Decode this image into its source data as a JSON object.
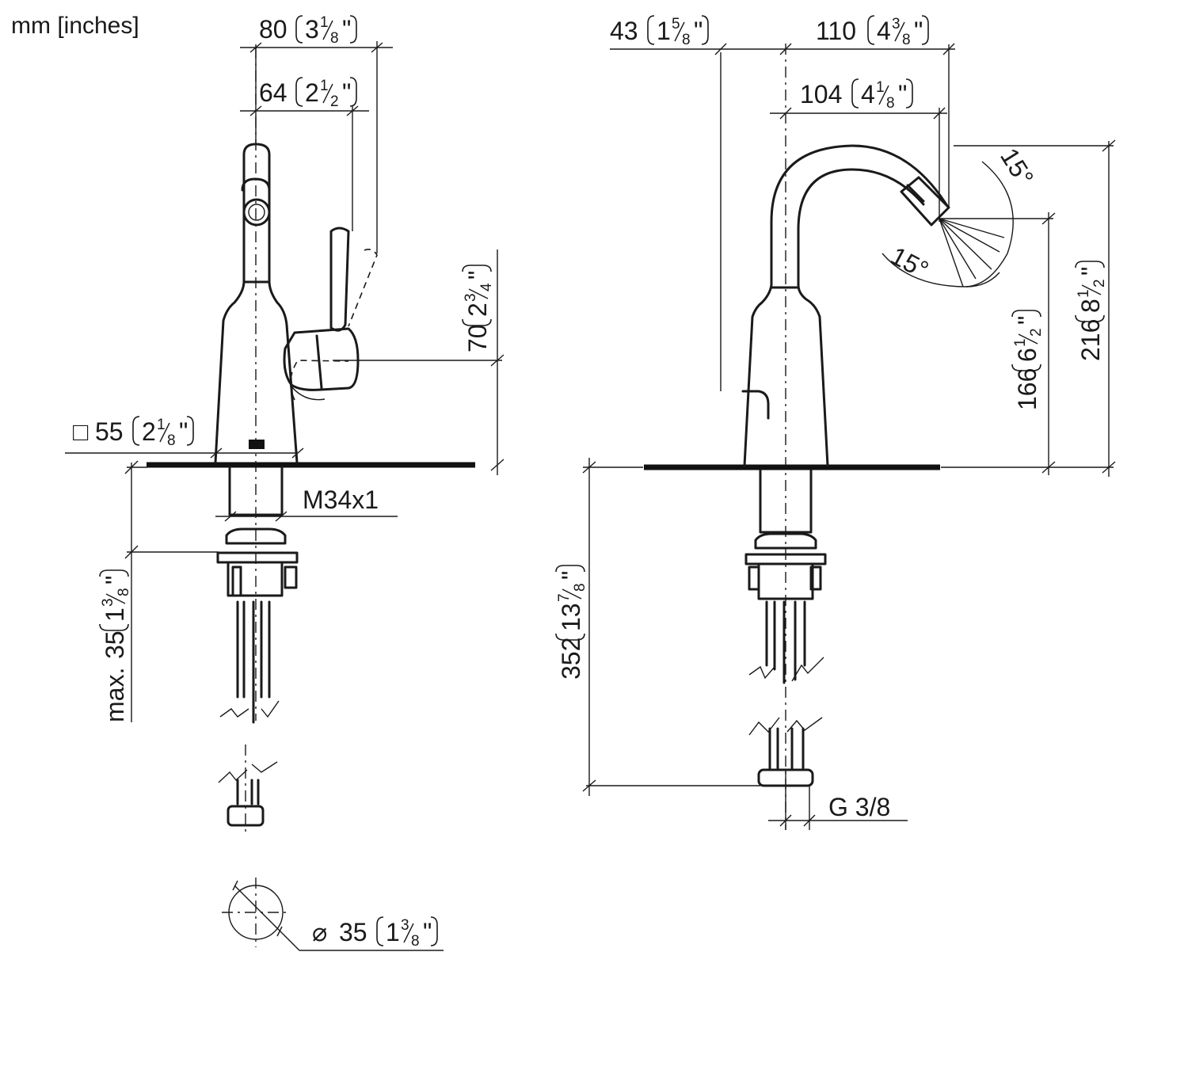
{
  "units_label": "mm [inches]",
  "side_view": {
    "width_overall": {
      "mm": "80",
      "in_whole": "3",
      "in_num": "1",
      "in_den": "8"
    },
    "lever_reach": {
      "mm": "64",
      "in_whole": "2",
      "in_num": "1",
      "in_den": "2"
    },
    "lever_height": {
      "mm": "70",
      "in_whole": "2",
      "in_num": "3",
      "in_den": "4"
    },
    "base_square": {
      "symbol": "□",
      "mm": "55",
      "in_whole": "2",
      "in_num": "1",
      "in_den": "8"
    },
    "thread": "M34x1",
    "max_counter": {
      "prefix": "max.",
      "mm": "35",
      "in_whole": "1",
      "in_num": "3",
      "in_den": "8"
    },
    "hole_diameter": {
      "symbol": "⌀",
      "mm": "35",
      "in_whole": "1",
      "in_num": "3",
      "in_den": "8"
    }
  },
  "front_view": {
    "rear_offset": {
      "mm": "43",
      "in_whole": "1",
      "in_num": "5",
      "in_den": "8"
    },
    "spout_reach": {
      "mm": "110",
      "in_whole": "4",
      "in_num": "3",
      "in_den": "8"
    },
    "spout_reach_inner": {
      "mm": "104",
      "in_whole": "4",
      "in_num": "1",
      "in_den": "8"
    },
    "swivel_up": "15°",
    "swivel_down": "15°",
    "outlet_height": {
      "mm": "166",
      "in_whole": "6",
      "in_num": "1",
      "in_den": "2"
    },
    "total_height": {
      "mm": "216",
      "in_whole": "8",
      "in_num": "1",
      "in_den": "2"
    },
    "hose_length": {
      "mm": "352",
      "in_whole": "13",
      "in_num": "7",
      "in_den": "8"
    },
    "connection": "G 3/8"
  }
}
